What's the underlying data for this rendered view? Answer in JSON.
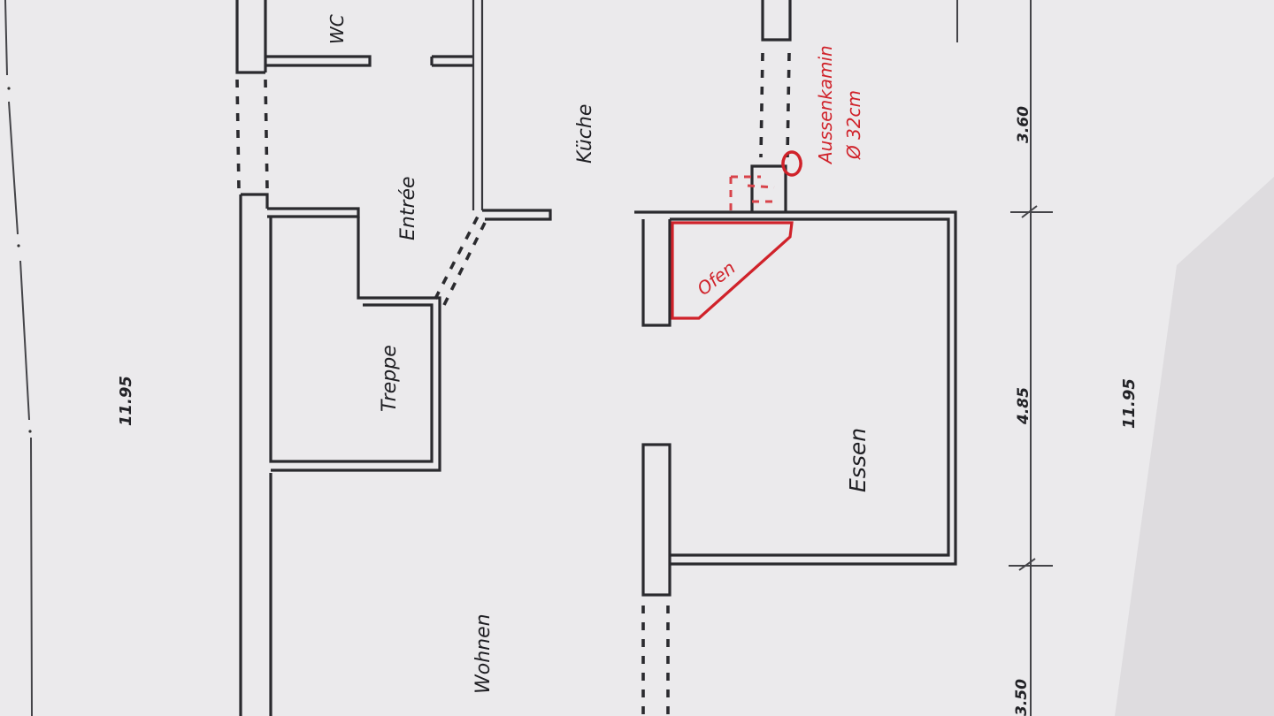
{
  "plan": {
    "orientation": "rotated 90° clockwise",
    "rooms": [
      {
        "id": "wc",
        "label": "WC"
      },
      {
        "id": "entree",
        "label": "Entrée"
      },
      {
        "id": "kueche",
        "label": "Küche"
      },
      {
        "id": "treppe",
        "label": "Treppe"
      },
      {
        "id": "essen",
        "label": "Essen"
      },
      {
        "id": "wohnen",
        "label": "Wohnen"
      }
    ],
    "annotations": {
      "ofen": "Ofen",
      "chimney_line1": "Aussenkamin",
      "chimney_line2": "Ø 32cm"
    },
    "dimensions": {
      "total_left": "11.95",
      "total_right": "11.95",
      "segment_1": "3.60",
      "segment_2": "4.85",
      "segment_3": "3.50"
    },
    "colors": {
      "ink": "#2a2a2e",
      "red_markup": "#d0222a",
      "paper": "#ebeaec"
    }
  }
}
